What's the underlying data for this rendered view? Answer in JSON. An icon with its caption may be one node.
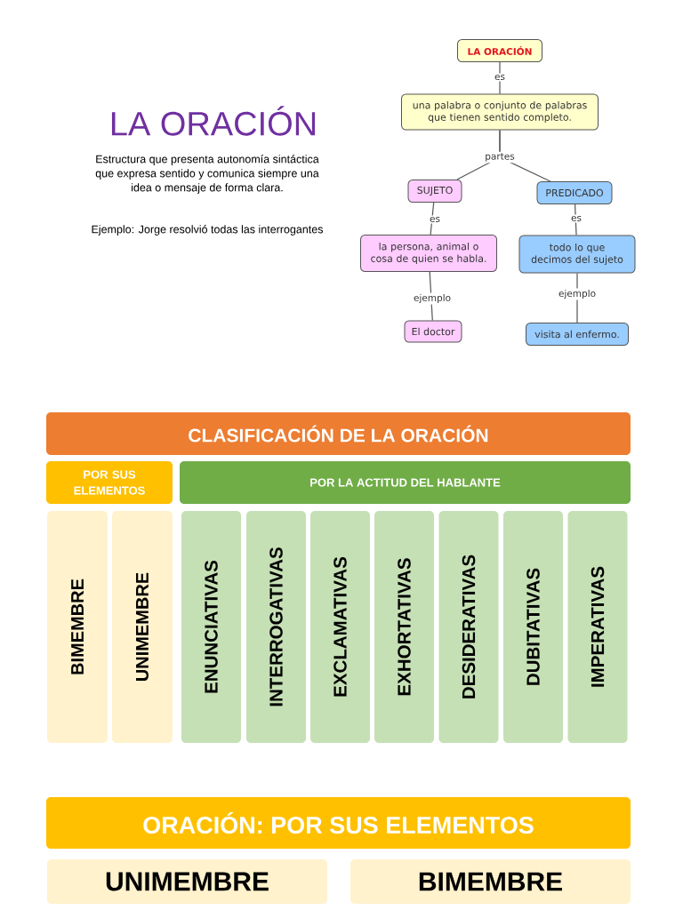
{
  "diagram": {
    "title": "LA ORACIÓN",
    "nodes": [
      {
        "text": [
          "LA ORACIÓN"
        ]
      },
      {
        "text": [
          "una palabra o conjunto de palabras que tienen sentido completo."
        ]
      },
      {
        "text": [
          "SUJETO"
        ]
      },
      {
        "text": [
          "PREDICADO"
        ]
      },
      {
        "text": [
          "la persona, animal o cosa de quien se habla."
        ]
      },
      {
        "text": [
          "todo lo que decimos del sujeto"
        ]
      },
      {
        "text": [
          "El doctor"
        ]
      },
      {
        "text": [
          "visita al enfermo."
        ]
      },
      {
        "text": [
          "CLASIFICACIÓN DE LA ORACIÓN"
        ]
      },
      {
        "text": [
          "POR SUS ELEMENTOS"
        ]
      },
      {
        "text": [
          "POR LA ACTITUD DEL HABLANTE"
        ]
      },
      {
        "text": [
          "BIMEMBRE"
        ]
      },
      {
        "text": [
          "UNIMEMBRE"
        ]
      },
      {
        "text": [
          "ENUNCIATIVAS"
        ]
      },
      {
        "text": [
          "INTERROGATIVAS"
        ]
      },
      {
        "text": [
          "EXCLAMATIVAS"
        ]
      },
      {
        "text": [
          "EXHORTATIVAS"
        ]
      },
      {
        "text": [
          "DESIDERATIVAS"
        ]
      },
      {
        "text": [
          "DUBITATIVAS"
        ]
      },
      {
        "text": [
          "IMPERATIVAS"
        ]
      },
      {
        "text": [
          "ORACIÓN: POR SUS ELEMENTOS"
        ]
      },
      {
        "text": [
          "UNIMEMBRE"
        ]
      },
      {
        "text": [
          "BIMEMBRE"
        ]
      }
    ],
    "edges": [
      {
        "from": 0,
        "to": 1,
        "arrow": "none",
        "label": "es"
      },
      {
        "from": 1,
        "to": 2,
        "arrow": "none",
        "label": "partes"
      },
      {
        "from": 1,
        "to": 3,
        "arrow": "none"
      },
      {
        "from": 2,
        "to": 4,
        "arrow": "none",
        "label": "es"
      },
      {
        "from": 3,
        "to": 5,
        "arrow": "none",
        "label": "es"
      },
      {
        "from": 4,
        "to": 6,
        "arrow": "none",
        "label": "ejemplo"
      },
      {
        "from": 5,
        "to": 7,
        "arrow": "none",
        "label": "ejemplo"
      }
    ],
    "labels": [
      "Estructura que presenta autonomía sintáctica que expresa sentido y comunica siempre una idea o mensaje de forma clara.",
      "Ejemplo: Jorge resolvió todas las interrogantes"
    ]
  }
}
